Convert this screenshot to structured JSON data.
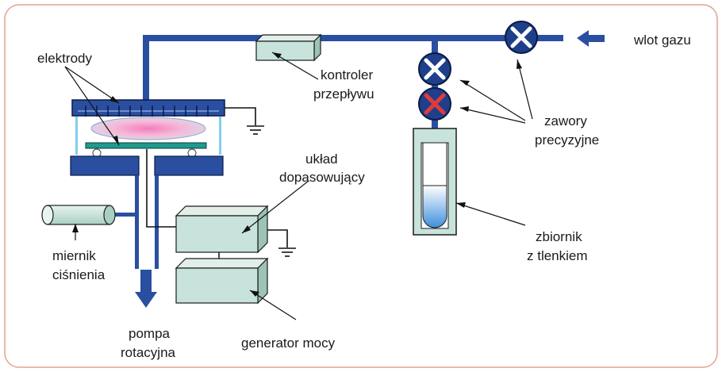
{
  "labels": {
    "elektrody": "elektrody",
    "kontroler_line1": "kontroler",
    "kontroler_line2": "przepływu",
    "wlot": "wlot gazu",
    "zawory_line1": "zawory",
    "zawory_line2": "precyzyjne",
    "uklad_line1": "układ",
    "uklad_line2": "dopasowujący",
    "zbiornik_line1": "zbiornik",
    "zbiornik_line2": "z tlenkiem",
    "miernik_line1": "miernik",
    "miernik_line2": "ciśnienia",
    "pompa_line1": "pompa",
    "pompa_line2": "rotacyjna",
    "generator": "generator mocy"
  },
  "valves": [
    {
      "name": "valve-top",
      "cross_color": "#ffffff"
    },
    {
      "name": "valve-upper",
      "cross_color": "#ffffff"
    },
    {
      "name": "valve-lower",
      "cross_color": "#e03a3a"
    }
  ],
  "colors": {
    "pipe": "#2a4fa0",
    "box_fill": "#c7e3dc",
    "frame": "#e2a391",
    "plasma": "#f08ac0",
    "liquid": "#8fc4ec",
    "chamber_wall": "#9fdcf0"
  }
}
